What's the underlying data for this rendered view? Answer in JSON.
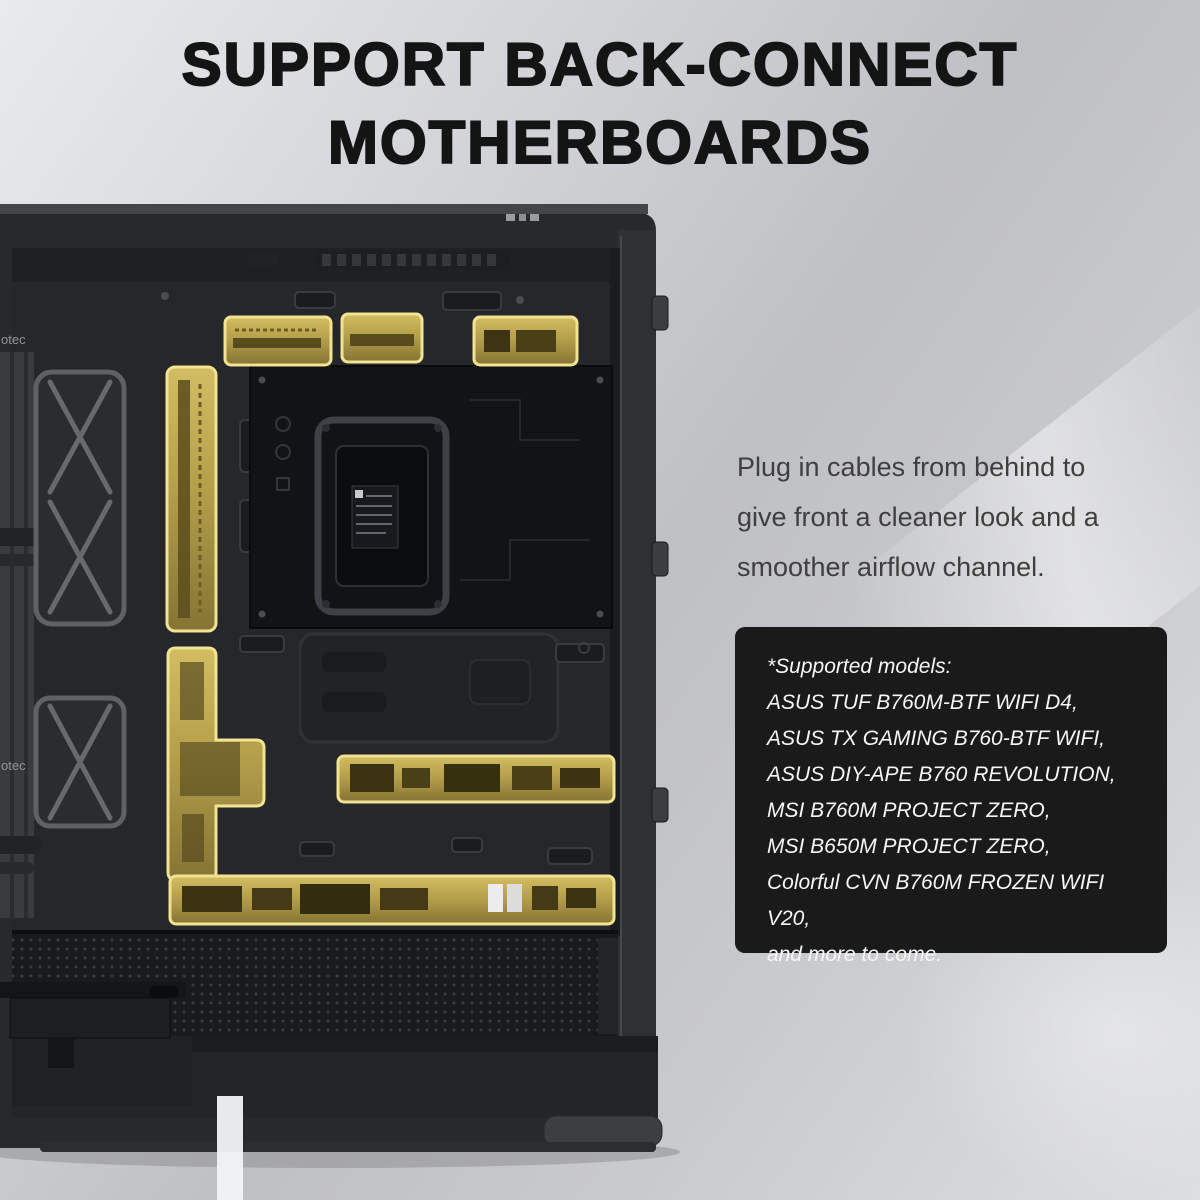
{
  "page": {
    "title_line1": "SUPPORT BACK-CONNECT",
    "title_line2": "MOTHERBOARDS"
  },
  "description": {
    "line1": "Plug in cables from behind to",
    "line2": "give front a cleaner look and a",
    "line3": "smoother airflow channel."
  },
  "supported_models": {
    "heading": "*Supported models:",
    "models": [
      "ASUS TUF B760M-BTF WIFI D4,",
      "ASUS TX GAMING B760-BTF WIFI,",
      "ASUS DIY-APE B760 REVOLUTION,",
      "MSI B760M PROJECT ZERO,",
      "MSI B650M PROJECT ZERO,",
      "Colorful CVN B760M FROZEN WIFI V20,",
      "and more to come."
    ]
  },
  "case_labels": {
    "side_text_upper": "otec",
    "side_text_lower": "otec"
  },
  "colors": {
    "highlight_gold": "#c9b45c",
    "highlight_stroke": "#f2e293",
    "models_box_bg": "#1a1a1a",
    "title_color": "#141414",
    "description_color": "#3f3f3f",
    "case_body": "#28292b",
    "background_silver": "#c7c8cb"
  }
}
